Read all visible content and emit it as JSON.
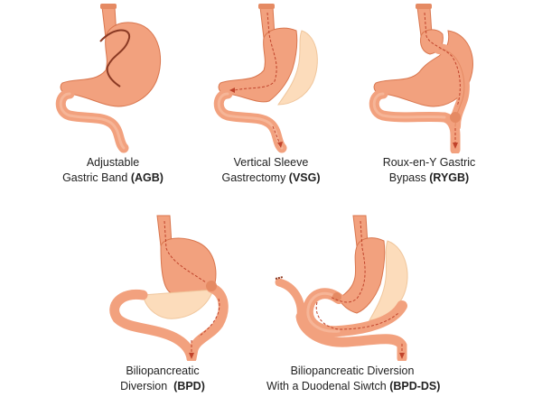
{
  "colors": {
    "organ": "#f2a17e",
    "organ_dark": "#e58a63",
    "organ_light": "#f8c3a8",
    "removed": "#fcdcbb",
    "outline": "#d9764e",
    "arrow": "#c0432b",
    "band": "#8b3a24"
  },
  "procedures": [
    {
      "line1": "Adjustable",
      "line2_text": "Gastric Band ",
      "abbr": "(AGB)",
      "icon": "gastric-band-diagram"
    },
    {
      "line1": "Vertical Sleeve",
      "line2_text": "Gastrectomy ",
      "abbr": "(VSG)",
      "icon": "sleeve-gastrectomy-diagram"
    },
    {
      "line1": "Roux-en-Y Gastric",
      "line2_text": "Bypass ",
      "abbr": "(RYGB)",
      "icon": "gastric-bypass-diagram"
    },
    {
      "line1": "Biliopancreatic",
      "line2_text": "Diversion  ",
      "abbr": "(BPD)",
      "icon": "biliopancreatic-diversion-diagram"
    },
    {
      "line1": "Biliopancreatic Diversion",
      "line2_text": "With a Duodenal Siwtch ",
      "abbr": "(BPD-DS)",
      "icon": "duodenal-switch-diagram"
    }
  ]
}
